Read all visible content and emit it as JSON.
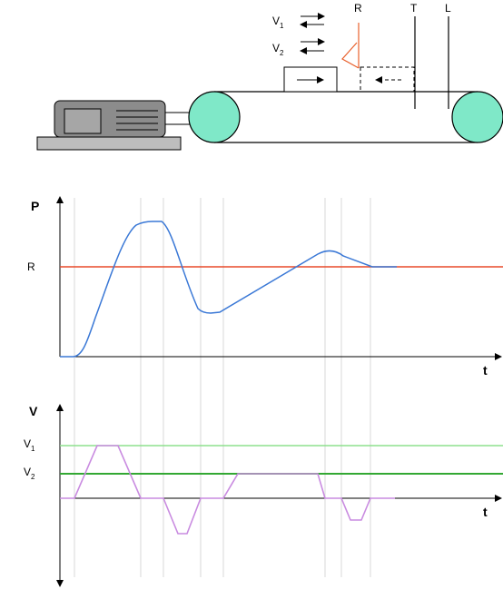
{
  "labels": {
    "v1_main": "V",
    "v1_sub": "1",
    "v2_main": "V",
    "v2_sub": "2",
    "sensor_r": "R",
    "marker_t": "T",
    "marker_l": "L"
  },
  "position_plot": {
    "y_axis_label": "P",
    "x_axis_label": "t",
    "reference_label": "R"
  },
  "velocity_plot": {
    "y_axis_label": "V",
    "x_axis_label": "t",
    "v1_label_main": "V",
    "v1_label_sub": "1",
    "v2_label_main": "V",
    "v2_label_sub": "2"
  },
  "colors": {
    "sensor": "#e8602c",
    "reference_line": "#e84a2a",
    "position_curve": "#3a78d6",
    "v1_line": "#8ee08e",
    "v2_line": "#33a833",
    "velocity_curve": "#c98be0",
    "pulley": "#7fe8c8",
    "motor_body": "#8c8c8c",
    "base": "#bdbdbd",
    "gridline": "#dedede"
  }
}
